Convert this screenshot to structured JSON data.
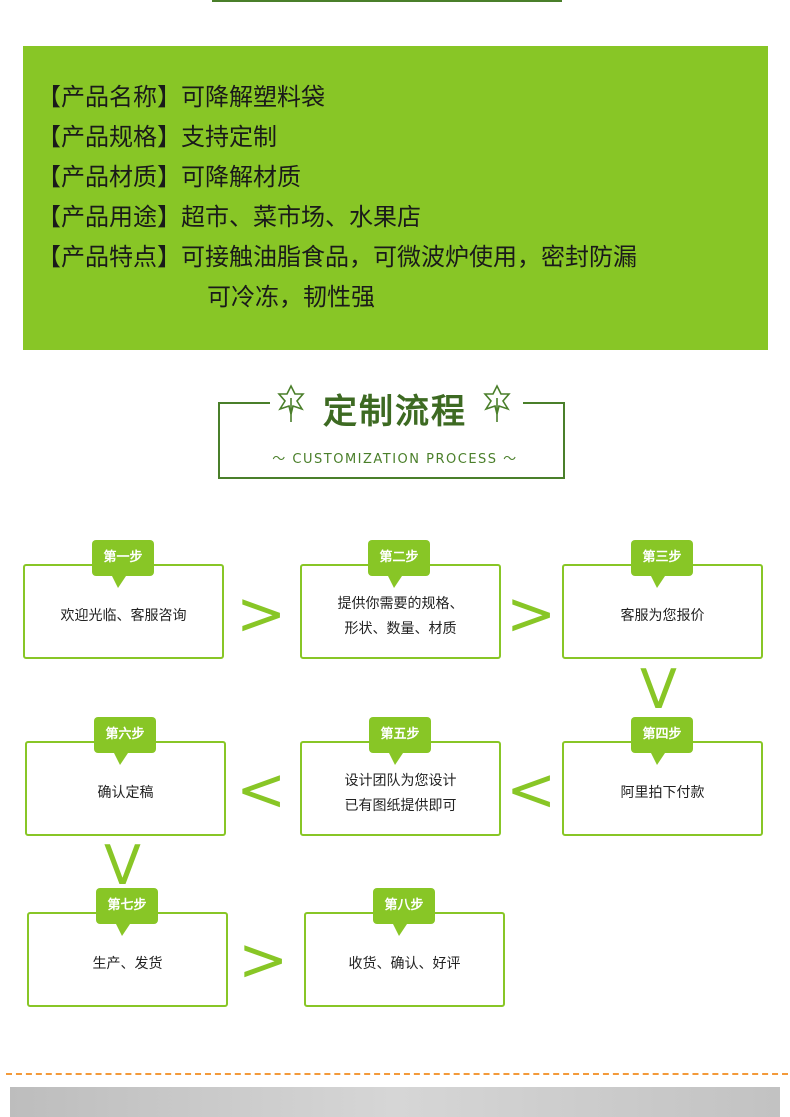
{
  "info": {
    "lines": [
      {
        "key": "【产品名称】",
        "value": "可降解塑料袋"
      },
      {
        "key": "【产品规格】",
        "value": "支持定制"
      },
      {
        "key": "【产品材质】",
        "value": "可降解材质"
      },
      {
        "key": "【产品用途】",
        "value": "超市、菜市场、水果店"
      },
      {
        "key": "【产品特点】",
        "value": "可接触油脂食品，可微波炉使用，密封防漏"
      }
    ],
    "continuation": "可冷冻，韧性强"
  },
  "section": {
    "title": "定制流程",
    "subtitle": "～  CUSTOMIZATION PROCESS  ～"
  },
  "steps": [
    {
      "badge": "第一步",
      "text": "欢迎光临、客服咨询"
    },
    {
      "badge": "第二步",
      "text": "提供你需要的规格、",
      "text2": "形状、数量、材质"
    },
    {
      "badge": "第三步",
      "text": "客服为您报价"
    },
    {
      "badge": "第四步",
      "text": "阿里拍下付款"
    },
    {
      "badge": "第五步",
      "text": "设计团队为您设计",
      "text2": "已有图纸提供即可"
    },
    {
      "badge": "第六步",
      "text": "确认定稿"
    },
    {
      "badge": "第七步",
      "text": "生产、发货"
    },
    {
      "badge": "第八步",
      "text": "收货、确认、好评"
    }
  ],
  "arrows": {
    "right": ">",
    "left": "<",
    "down": "V"
  },
  "colors": {
    "green": "#88c626",
    "dark_green": "#4a7f2a",
    "orange_dash": "#f39a3a"
  },
  "icons": [
    "leaf-icon-left",
    "leaf-icon-right"
  ]
}
